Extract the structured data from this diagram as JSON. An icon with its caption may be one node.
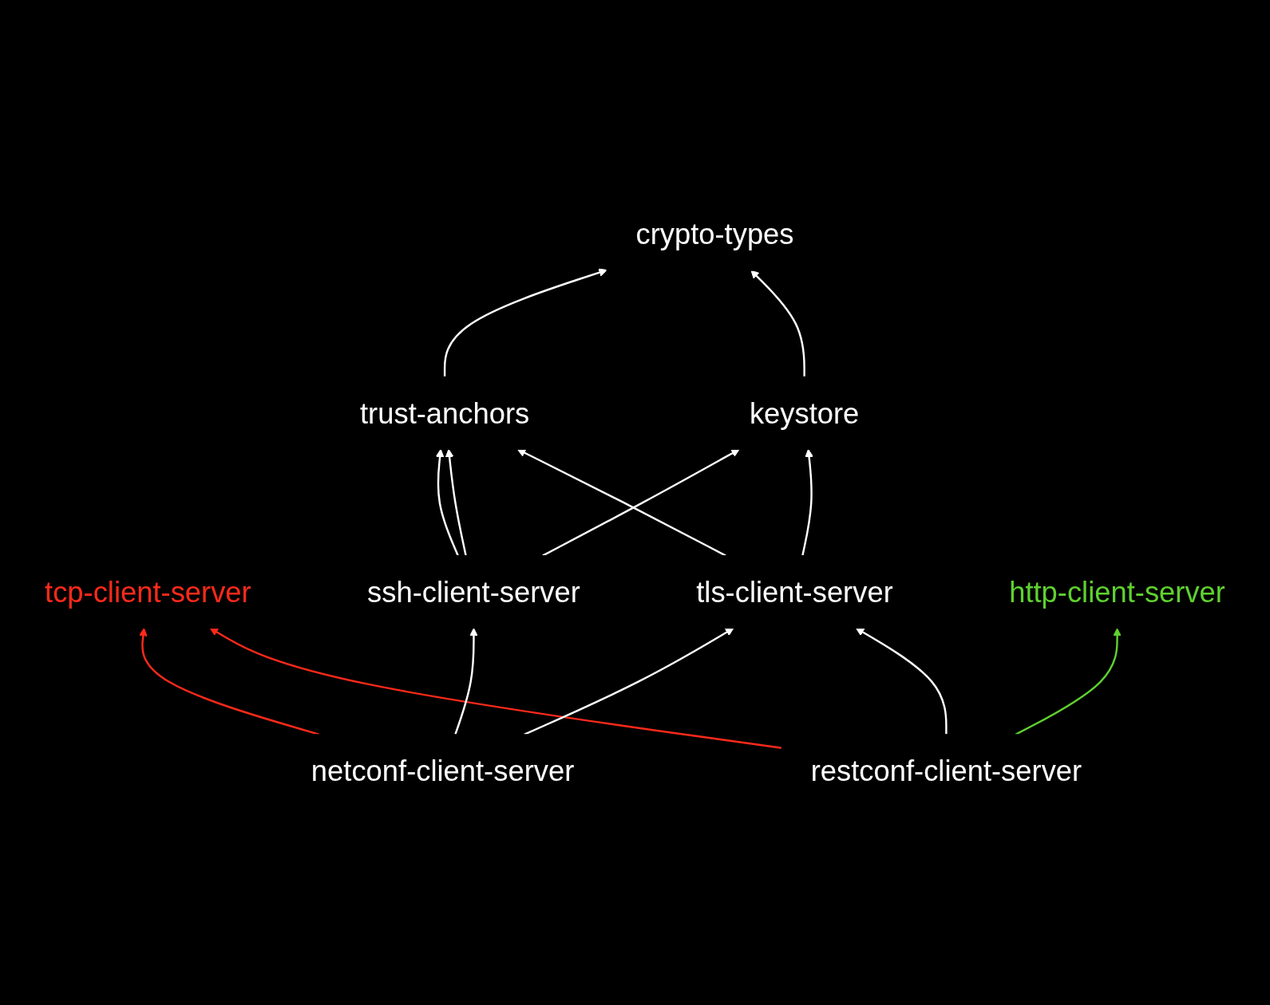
{
  "diagram": {
    "nodes": [
      {
        "text": [
          "crypto-types"
        ]
      },
      {
        "text": [
          "trust-anchors"
        ]
      },
      {
        "text": [
          "keystore"
        ]
      },
      {
        "text": [
          "tcp-client-server"
        ]
      },
      {
        "text": [
          "ssh-client-server"
        ]
      },
      {
        "text": [
          "tls-client-server"
        ]
      },
      {
        "text": [
          "http-client-server"
        ]
      },
      {
        "text": [
          "netconf-client-server"
        ]
      },
      {
        "text": [
          "restconf-client-server"
        ]
      }
    ],
    "edges": [
      {
        "from": 1,
        "to": 0,
        "arrow": "to"
      },
      {
        "from": 2,
        "to": 0,
        "arrow": "to"
      },
      {
        "from": 4,
        "to": 1,
        "arrow": "to"
      },
      {
        "from": 4,
        "to": 1,
        "arrow": "to"
      },
      {
        "from": 4,
        "to": 2,
        "arrow": "to"
      },
      {
        "from": 5,
        "to": 1,
        "arrow": "to"
      },
      {
        "from": 5,
        "to": 2,
        "arrow": "to"
      },
      {
        "from": 7,
        "to": 3,
        "arrow": "to",
        "color": "#ff2a1a"
      },
      {
        "from": 8,
        "to": 3,
        "arrow": "to",
        "color": "#ff2a1a"
      },
      {
        "from": 7,
        "to": 4,
        "arrow": "to"
      },
      {
        "from": 7,
        "to": 5,
        "arrow": "to"
      },
      {
        "from": 8,
        "to": 5,
        "arrow": "to"
      },
      {
        "from": 8,
        "to": 6,
        "arrow": "to",
        "color": "#5fd130"
      }
    ]
  }
}
